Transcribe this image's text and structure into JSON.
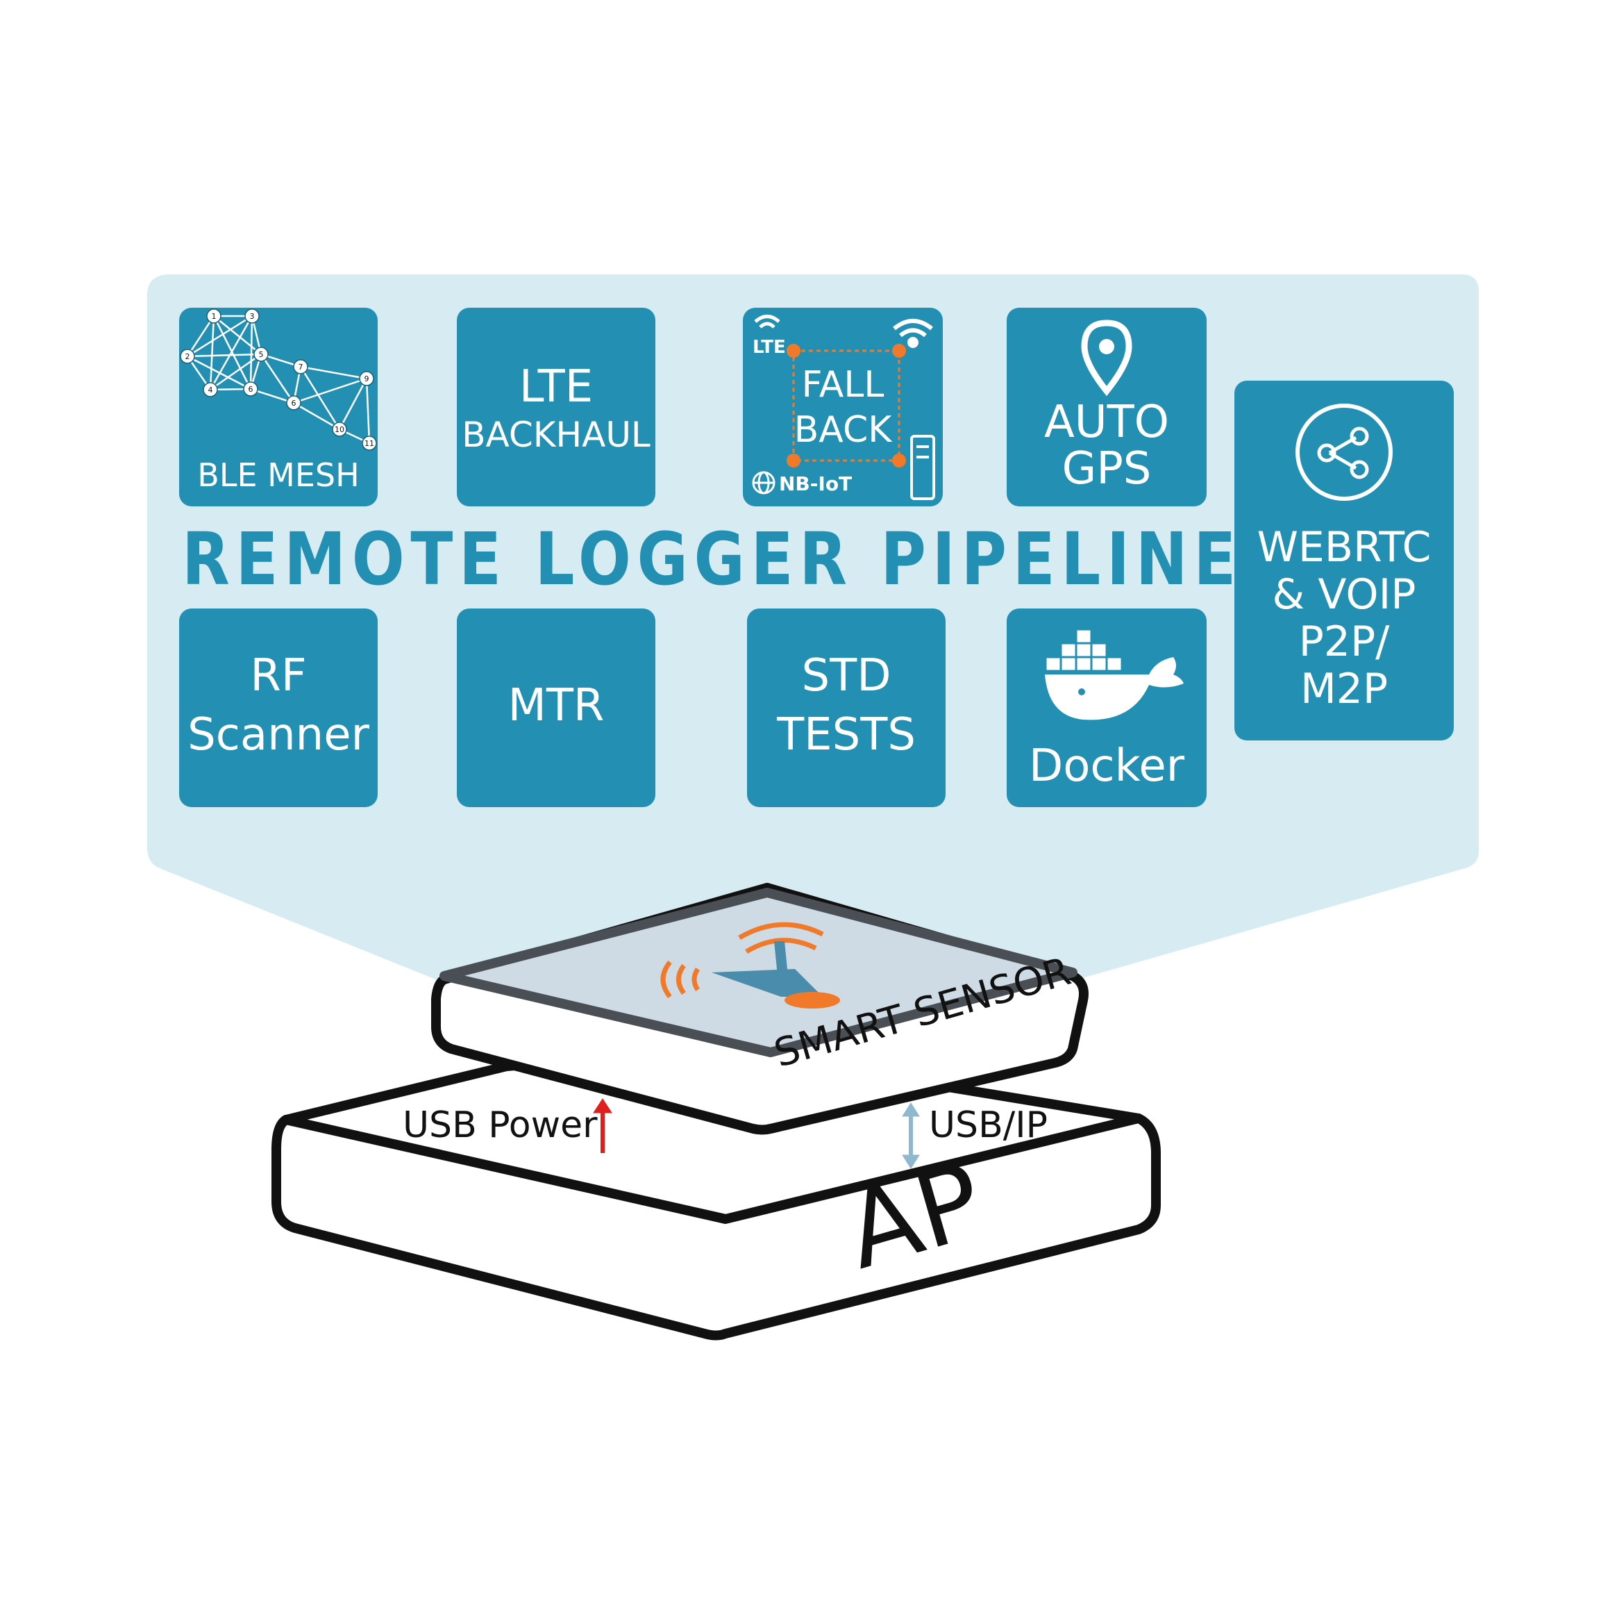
{
  "title": "REMOTE LOGGER PIPELINE",
  "tiles": {
    "ble_mesh": {
      "label": "BLE MESH",
      "nodes": [
        "1",
        "2",
        "3",
        "4",
        "5",
        "6",
        "6",
        "7",
        "9",
        "10",
        "11"
      ]
    },
    "lte_backhaul": {
      "line1": "LTE",
      "line2": "BACKHAUL"
    },
    "fallback": {
      "line1": "FALL",
      "line2": "BACK",
      "lte_tag": "LTE",
      "nbiot_tag": "NB-IoT"
    },
    "auto_gps": {
      "line1": "AUTO",
      "line2": "GPS"
    },
    "webrtc": {
      "line1": "WEBRTC",
      "line2": "& VOIP",
      "line3": "P2P/",
      "line4": "M2P"
    },
    "rf_scanner": {
      "line1": "RF",
      "line2": "Scanner"
    },
    "mtr": {
      "label": "MTR"
    },
    "std_tests": {
      "line1": "STD",
      "line2": "TESTS"
    },
    "docker": {
      "label": "Docker"
    }
  },
  "devices": {
    "smart_sensor": "SMART SENSOR",
    "ap": "AP",
    "usb_power": "USB Power",
    "usb_ip": "USB/IP"
  },
  "colors": {
    "tile": "#2390b3",
    "panel": "#d6ebf2",
    "title": "#2390b3",
    "accent_orange": "#f07a2a",
    "arrow_red": "#e01e1e",
    "arrow_blue": "#8fb7cf"
  }
}
